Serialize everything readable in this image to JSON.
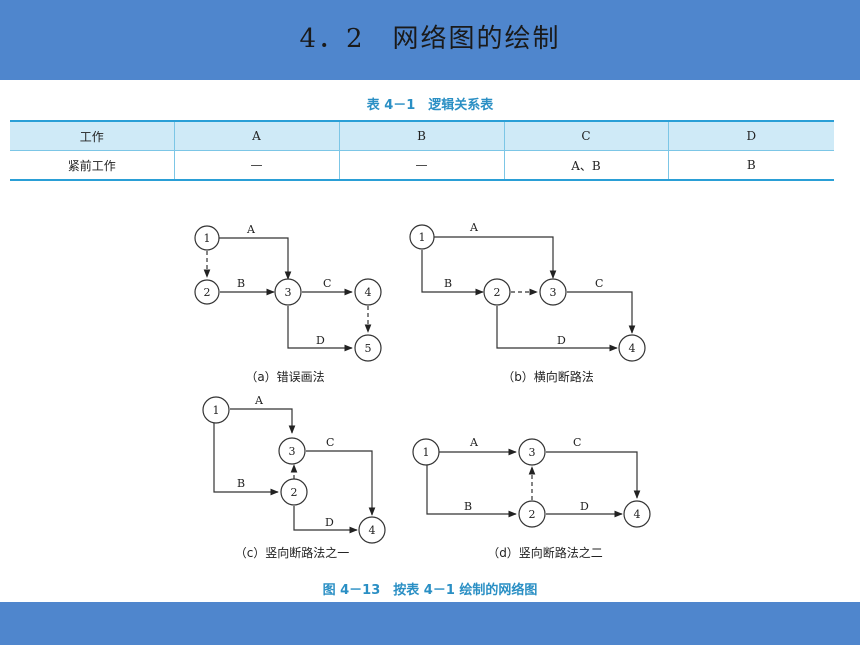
{
  "header": {
    "title": "4．2　网络图的绘制"
  },
  "table": {
    "caption": "表 4－1　逻辑关系表",
    "row_header_work": "工作",
    "row_header_pred": "紧前工作",
    "columns": [
      "A",
      "B",
      "C",
      "D"
    ],
    "predecessors": [
      "—",
      "—",
      "A、B",
      "B"
    ]
  },
  "figure": {
    "caption": "图 4－13　按表 4－1 绘制的网络图",
    "diagrams": [
      {
        "subtitle": "（a）错误画法",
        "nodes": [
          "1",
          "2",
          "3",
          "4",
          "5"
        ],
        "arrows": [
          "A",
          "B",
          "C",
          "D"
        ]
      },
      {
        "subtitle": "（b）横向断路法",
        "nodes": [
          "1",
          "2",
          "3",
          "4"
        ],
        "arrows": [
          "A",
          "B",
          "C",
          "D"
        ]
      },
      {
        "subtitle": "（c）竖向断路法之一",
        "nodes": [
          "1",
          "2",
          "3",
          "4"
        ],
        "arrows": [
          "A",
          "B",
          "C",
          "D"
        ]
      },
      {
        "subtitle": "（d）竖向断路法之二",
        "nodes": [
          "1",
          "2",
          "3",
          "4"
        ],
        "arrows": [
          "A",
          "B",
          "C",
          "D"
        ]
      }
    ]
  },
  "colors": {
    "band": "#4f86cd",
    "accent": "#2a8fc4",
    "table_line": "#2a9fd6",
    "table_head_bg": "#cfeaf7"
  }
}
